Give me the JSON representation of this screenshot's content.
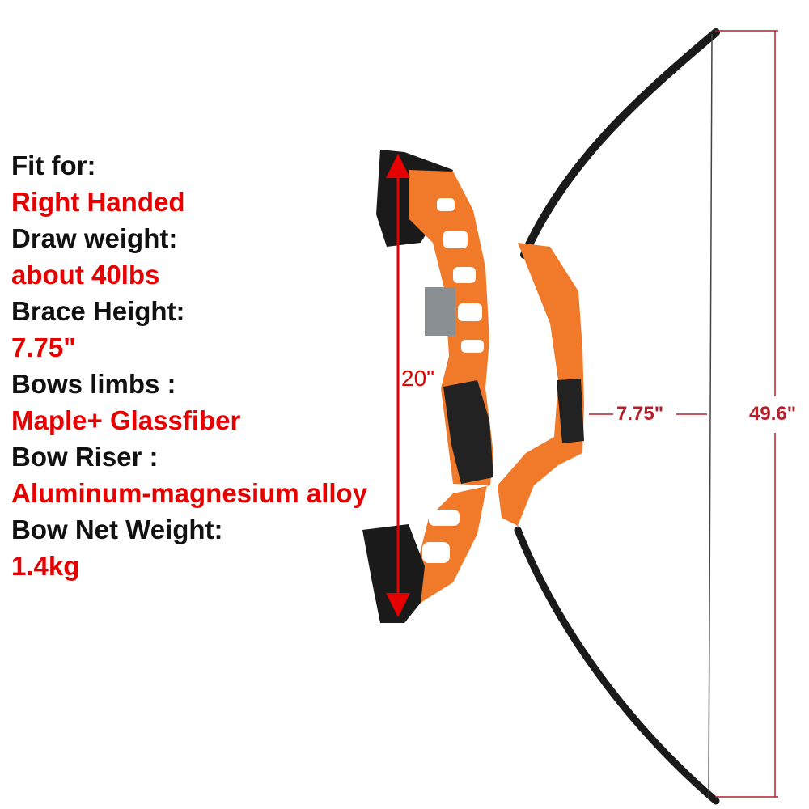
{
  "specs": [
    {
      "text": "Fit for:",
      "role": "label"
    },
    {
      "text": "Right Handed",
      "role": "value"
    },
    {
      "text": "Draw weight:",
      "role": "label"
    },
    {
      "text": "about 40lbs",
      "role": "value"
    },
    {
      "text": "Brace Height:",
      "role": "label"
    },
    {
      "text": "7.75\"",
      "role": "value"
    },
    {
      "text": "Bows limbs :",
      "role": "label"
    },
    {
      "text": "Maple+ Glassfiber",
      "role": "value"
    },
    {
      "text": "Bow Riser :",
      "role": "label"
    },
    {
      "text": "Aluminum-magnesium alloy",
      "role": "value"
    },
    {
      "text": "Bow Net Weight:",
      "role": "label"
    },
    {
      "text": "1.4kg",
      "role": "value"
    }
  ],
  "dimensions": {
    "riser_length": "20\"",
    "brace_height": "7.75\"",
    "total_length": "49.6\""
  },
  "colors": {
    "label": "#111111",
    "value": "#e60000",
    "riser": "#f07a2a",
    "limb": "#1a1a1a",
    "dimension_line": "#b51f2a"
  },
  "icons": [
    "recurve-bow-detail-icon",
    "assembled-bow-icon"
  ]
}
